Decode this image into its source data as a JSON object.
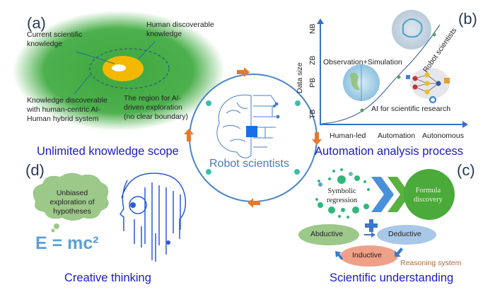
{
  "center": {
    "title": "Robot scientists"
  },
  "panel_a": {
    "label": "(a)",
    "current_knowledge": [
      "Current scientific",
      "knowledge"
    ],
    "human_discoverable": [
      "Human discoverable",
      "knowledge"
    ],
    "hybrid": [
      "Knowledge discoverable",
      "with human-centric AI-",
      "Human hybrid system"
    ],
    "ai_region": [
      "The region for AI-",
      "driven exploration",
      "(no clear boundary)"
    ],
    "caption": "Unlimited knowledge scope"
  },
  "panel_b": {
    "label": "(b)",
    "y_axis_label": "Data size",
    "y_ticks": [
      "TB",
      "PB",
      "ZB",
      "NB"
    ],
    "x_ticks": [
      "Human-led",
      "Automation",
      "Autonomous"
    ],
    "observation": "Observation+Simulation",
    "ai_research": "AI for scientific research",
    "robot": "Robot scientists",
    "caption": "Automation analysis process"
  },
  "panel_c": {
    "label": "(c)",
    "symbolic": [
      "Symbolic",
      "regression"
    ],
    "formula": [
      "Formula",
      "discovery"
    ],
    "abductive": "Abductive",
    "deductive": "Deductive",
    "inductive": "Inductive",
    "reasoning": "Reasoning system",
    "caption": "Scientific understanding"
  },
  "panel_d": {
    "label": "(d)",
    "bubble": [
      "Unbiased",
      "exploration of",
      "hypotheses"
    ],
    "equation": "E = mc²",
    "caption": "Creative thinking"
  },
  "colors": {
    "caption": "#1a1acc",
    "arrow": "#e8782a",
    "circle": "#4a86c8",
    "dot": "#3bbfa6",
    "green": "#4caf50",
    "yellow": "#f5b800"
  }
}
